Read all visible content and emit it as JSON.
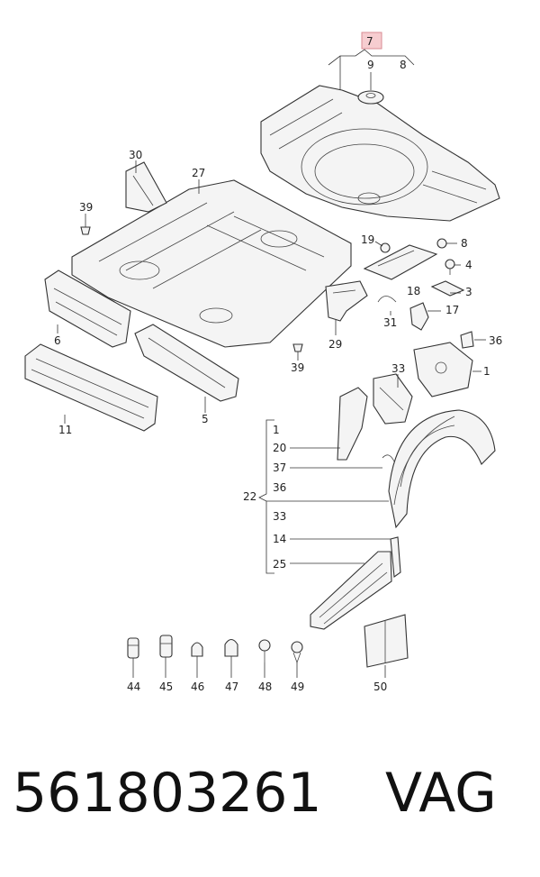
{
  "callouts": {
    "c7": "7",
    "c8a": "8",
    "c9": "9",
    "c30": "30",
    "c27": "27",
    "c39a": "39",
    "c19": "19",
    "c8b": "8",
    "c4": "4",
    "c18": "18",
    "c3": "3",
    "c31": "31",
    "c17": "17",
    "c36a": "36",
    "c29": "29",
    "c39b": "39",
    "c6": "6",
    "c33a": "33",
    "c1a": "1",
    "c11": "11",
    "c5": "5",
    "c1b": "1",
    "c20": "20",
    "c37": "37",
    "c36b": "36",
    "c22": "22",
    "c33b": "33",
    "c14": "14",
    "c25": "25",
    "c44": "44",
    "c45": "45",
    "c46": "46",
    "c47": "47",
    "c48": "48",
    "c49": "49",
    "c50": "50"
  },
  "footer": {
    "part_number": "561803261",
    "brand": "VAG"
  },
  "colors": {
    "highlight": "#f6cdd0",
    "line": "#333333",
    "part_fill": "#f4f4f4"
  }
}
